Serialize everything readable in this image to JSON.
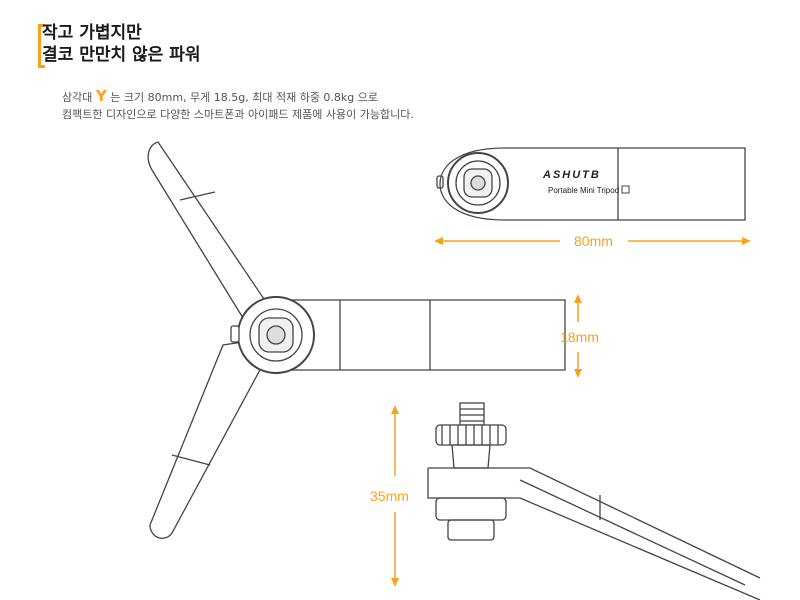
{
  "headline": {
    "line1": "작고 가볍지만",
    "line2": "결코 만만치 않은 파워"
  },
  "description": {
    "part_before": "삼각대",
    "model_letter": "Y",
    "part_after": "는 크기 80mm, 무게 18.5g, 최대 적재 하중 0.8kg 으로",
    "line2": "컴팩트한 디자인으로 다양한 스마트폰과 아이패드 제품에 사용이 가능합니다."
  },
  "product": {
    "brand": "ASHUTB",
    "model": "Portable Mini Tripod"
  },
  "dimensions": {
    "length": "80mm",
    "height": "18mm",
    "thread_height": "35mm"
  },
  "colors": {
    "accent": "#f7a21b",
    "line": "#444444"
  }
}
